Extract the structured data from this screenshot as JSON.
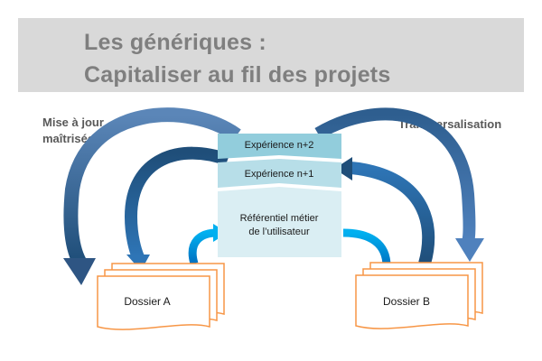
{
  "title": {
    "line1": "Les génériques :",
    "line2": "Capitaliser au fil des projets"
  },
  "labels": {
    "left": [
      "Mise à jour",
      "maîtrisée"
    ],
    "right": "Transversalisation"
  },
  "stack": {
    "top": "Expérience n+2",
    "middle": "Expérience n+1",
    "base": [
      "Référentiel métier",
      "de l’utilisateur"
    ]
  },
  "dossiers": {
    "left": "Dossier A",
    "right": "Dossier B"
  },
  "colors": {
    "title_band": "#d9d9d9",
    "title_text": "#7f7f7f",
    "stack_top": "#92cddc",
    "stack_middle": "#b7dee8",
    "stack_base": "#daeef3",
    "arrow_dark": "#1f4e79",
    "arrow_mid": "#2e75b6",
    "arrow_light": "#00b0f0",
    "dossier_border": "#f79646"
  }
}
